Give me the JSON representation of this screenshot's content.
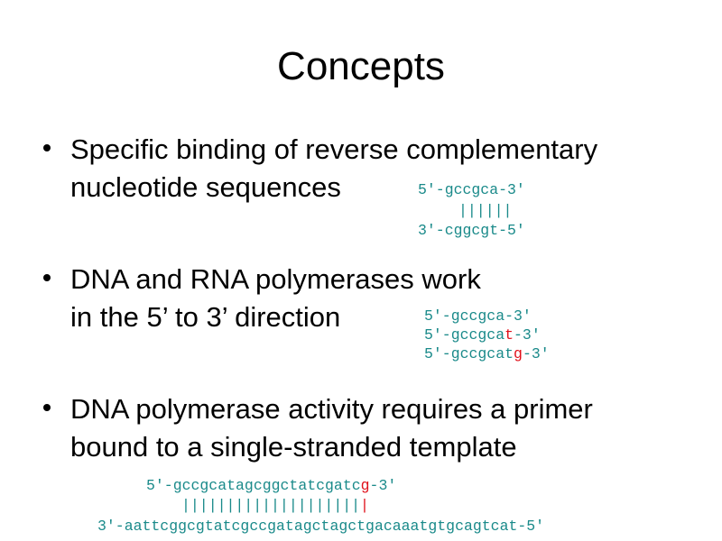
{
  "title": "Concepts",
  "colors": {
    "sequence": "#1a8a8a",
    "highlight": "#e0101a"
  },
  "bullets": [
    {
      "lines": [
        "Specific binding of reverse complementary",
        "nucleotide sequences"
      ]
    },
    {
      "lines": [
        "DNA and RNA polymerases work",
        "in the 5’ to 3’ direction"
      ]
    },
    {
      "lines": [
        "DNA polymerase activity requires a primer",
        "bound to a single-stranded template"
      ]
    }
  ],
  "diagram1": {
    "top": "5′-gccgca-3′",
    "pairs": "||||||",
    "bottom": "3′-cggcgt-5′"
  },
  "diagram2": {
    "line1": "5′-gccgca-3′",
    "line2_prefix": "5′-gccgca",
    "line2_mark": "t",
    "line2_suffix": "-3′",
    "line3_prefix": "5′-gccgcat",
    "line3_mark": "g",
    "line3_suffix": "-3′"
  },
  "diagram3": {
    "primer_prefix": "5′-gccgcatagcggctatcgatc",
    "primer_mark": "g",
    "primer_suffix": "-3′",
    "pairs_normal": "||||||||||||||||||||",
    "pairs_mark": "|",
    "template": "3′-aattcggcgtatcgccgatagctagctgacaaatgtgcagtcat-5′"
  }
}
